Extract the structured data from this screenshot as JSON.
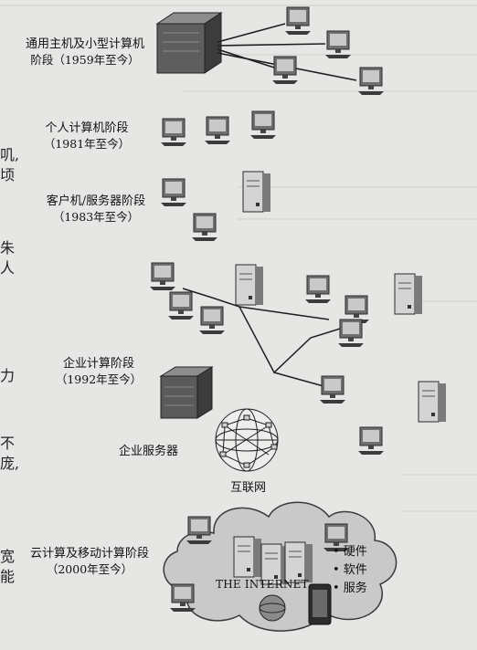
{
  "stages": [
    {
      "title": "通用主机及小型计算机",
      "subtitle": "阶段（1959年至今）"
    },
    {
      "title": "个人计算机阶段",
      "subtitle": "（1981年至今）"
    },
    {
      "title": "客户机/服务器阶段",
      "subtitle": "（1983年至今）"
    },
    {
      "title": "企业计算阶段",
      "subtitle": "（1992年至今）"
    },
    {
      "title": "云计算及移动计算阶段",
      "subtitle": "（2000年至今）"
    }
  ],
  "labels": {
    "enterprise_server": "企业服务器",
    "internet": "互联网",
    "cloud_text": "THE INTERNET",
    "cloud_items": [
      "• 硬件",
      "• 软件",
      "• 服务"
    ]
  },
  "edge_text": [
    "叽,",
    "顷",
    "朱",
    "人",
    "力",
    "不",
    "庞,",
    "宽",
    "能"
  ],
  "colors": {
    "background": "#e6e6e4",
    "ink": "#1a1a1a"
  }
}
